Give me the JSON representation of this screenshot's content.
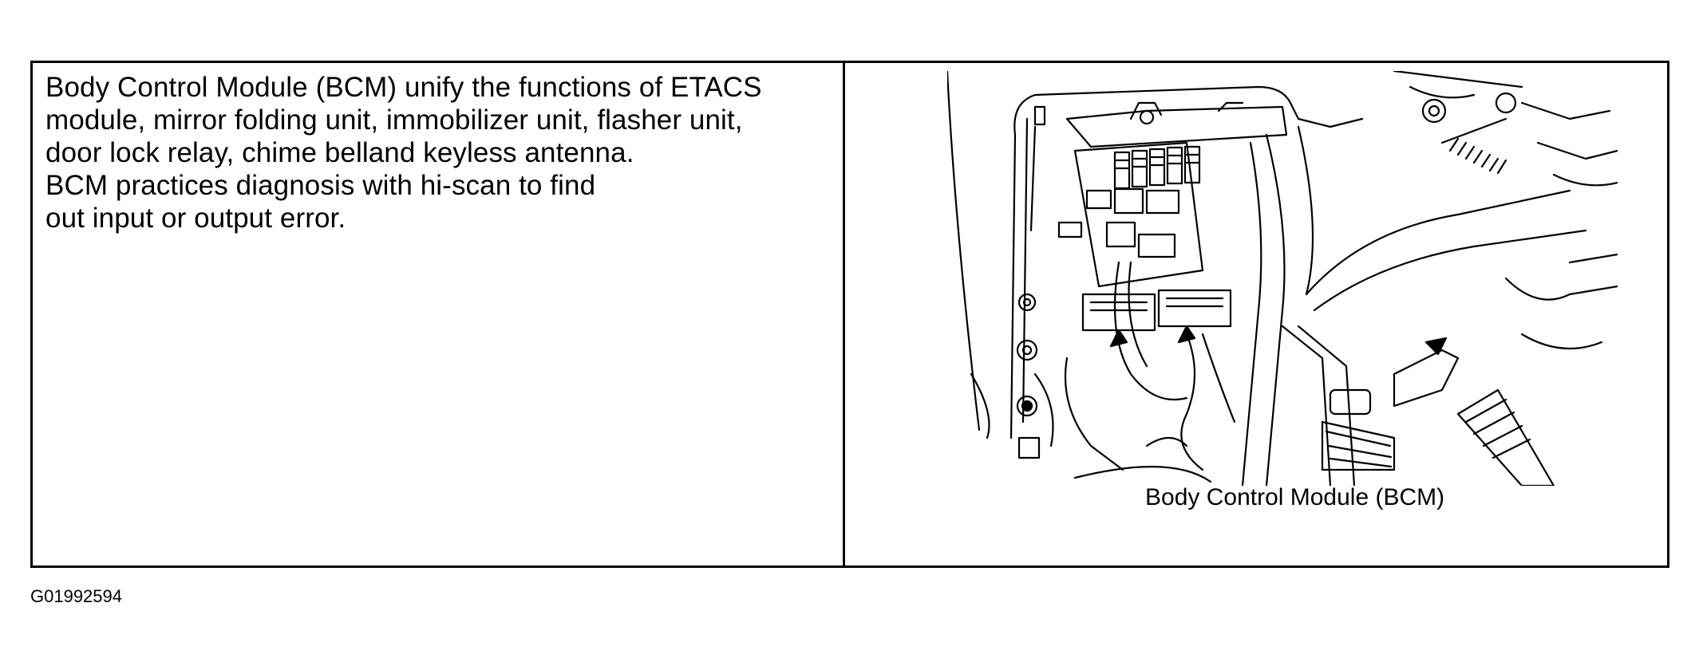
{
  "description": {
    "lines": [
      "Body Control Module (BCM) unify the functions of ETACS",
      "module, mirror folding unit, immobilizer unit, flasher unit,",
      "door lock relay, chime belland keyless antenna.",
      "BCM practices diagnosis with hi-scan to find",
      "out input or output error."
    ]
  },
  "figure": {
    "caption": "Body Control Module (BCM)",
    "icon": "bcm-location-line-drawing"
  },
  "figure_id": "G01992594"
}
